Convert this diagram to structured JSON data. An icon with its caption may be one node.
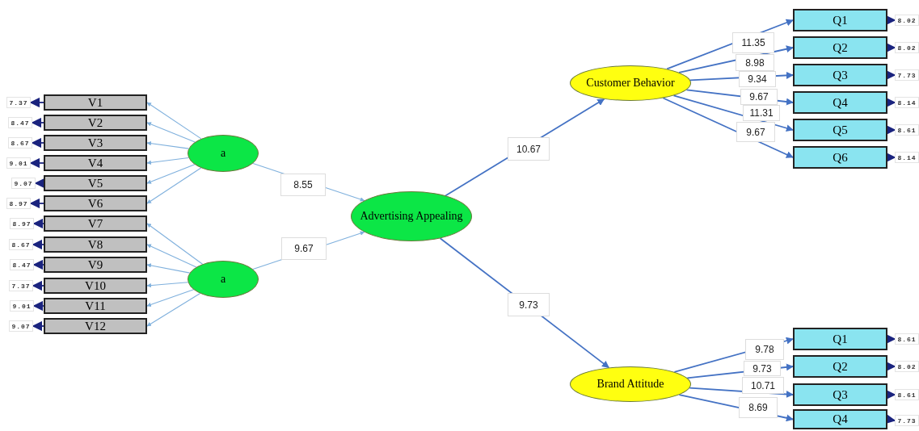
{
  "diagram": {
    "nodes": [
      {
        "text": [
          "a"
        ]
      },
      {
        "text": [
          "a"
        ]
      },
      {
        "text": [
          "Advertising Appealing"
        ]
      },
      {
        "text": [
          "Customer Behavior"
        ]
      },
      {
        "text": [
          "Brand Attitude"
        ]
      },
      {
        "text": [
          "V1"
        ]
      },
      {
        "text": [
          "V2"
        ]
      },
      {
        "text": [
          "V3"
        ]
      },
      {
        "text": [
          "V4"
        ]
      },
      {
        "text": [
          "V5"
        ]
      },
      {
        "text": [
          "V6"
        ]
      },
      {
        "text": [
          "V7"
        ]
      },
      {
        "text": [
          "V8"
        ]
      },
      {
        "text": [
          "V9"
        ]
      },
      {
        "text": [
          "V10"
        ]
      },
      {
        "text": [
          "V11"
        ]
      },
      {
        "text": [
          "V12"
        ]
      },
      {
        "text": [
          "Q1"
        ]
      },
      {
        "text": [
          "Q2"
        ]
      },
      {
        "text": [
          "Q3"
        ]
      },
      {
        "text": [
          "Q4"
        ]
      },
      {
        "text": [
          "Q5"
        ]
      },
      {
        "text": [
          "Q6"
        ]
      },
      {
        "text": [
          "Q1"
        ]
      },
      {
        "text": [
          "Q2"
        ]
      },
      {
        "text": [
          "Q3"
        ]
      },
      {
        "text": [
          "Q4"
        ]
      },
      {
        "text": [
          "7.37"
        ]
      },
      {
        "text": [
          "8.47"
        ]
      },
      {
        "text": [
          "8.67"
        ]
      },
      {
        "text": [
          "9.01"
        ]
      },
      {
        "text": [
          "9.07"
        ]
      },
      {
        "text": [
          "8.97"
        ]
      },
      {
        "text": [
          "8.97"
        ]
      },
      {
        "text": [
          "8.67"
        ]
      },
      {
        "text": [
          "8.47"
        ]
      },
      {
        "text": [
          "7.37"
        ]
      },
      {
        "text": [
          "9.01"
        ]
      },
      {
        "text": [
          "9.07"
        ]
      },
      {
        "text": [
          "8.02"
        ]
      },
      {
        "text": [
          "8.02"
        ]
      },
      {
        "text": [
          "7.73"
        ]
      },
      {
        "text": [
          "8.14"
        ]
      },
      {
        "text": [
          "8.61"
        ]
      },
      {
        "text": [
          "8.14"
        ]
      },
      {
        "text": [
          "8.61"
        ]
      },
      {
        "text": [
          "8.02"
        ]
      },
      {
        "text": [
          "8.61"
        ]
      },
      {
        "text": [
          "7.73"
        ]
      }
    ],
    "edges": [
      {
        "from": 0,
        "to": 5,
        "arrow": "to",
        "color": "#7fb0dd"
      },
      {
        "from": 0,
        "to": 6,
        "arrow": "to",
        "color": "#7fb0dd"
      },
      {
        "from": 0,
        "to": 7,
        "arrow": "to",
        "color": "#7fb0dd"
      },
      {
        "from": 0,
        "to": 8,
        "arrow": "to",
        "color": "#7fb0dd"
      },
      {
        "from": 0,
        "to": 9,
        "arrow": "to",
        "color": "#7fb0dd"
      },
      {
        "from": 0,
        "to": 10,
        "arrow": "to",
        "color": "#7fb0dd"
      },
      {
        "from": 1,
        "to": 11,
        "arrow": "to",
        "color": "#7fb0dd"
      },
      {
        "from": 1,
        "to": 12,
        "arrow": "to",
        "color": "#7fb0dd"
      },
      {
        "from": 1,
        "to": 13,
        "arrow": "to",
        "color": "#7fb0dd"
      },
      {
        "from": 1,
        "to": 14,
        "arrow": "to",
        "color": "#7fb0dd"
      },
      {
        "from": 1,
        "to": 15,
        "arrow": "to",
        "color": "#7fb0dd"
      },
      {
        "from": 1,
        "to": 16,
        "arrow": "to",
        "color": "#7fb0dd"
      },
      {
        "from": 0,
        "to": 2,
        "arrow": "to",
        "label": "8.55",
        "color": "#7fb0dd"
      },
      {
        "from": 1,
        "to": 2,
        "arrow": "to",
        "label": "9.67",
        "color": "#7fb0dd"
      },
      {
        "from": 2,
        "to": 3,
        "arrow": "to",
        "label": "10.67",
        "color": "#4472c4"
      },
      {
        "from": 2,
        "to": 4,
        "arrow": "to",
        "label": "9.73",
        "color": "#4472c4"
      },
      {
        "from": 3,
        "to": 17,
        "arrow": "to",
        "label": "11.35",
        "color": "#4472c4"
      },
      {
        "from": 3,
        "to": 18,
        "arrow": "to",
        "label": "8.98",
        "color": "#4472c4"
      },
      {
        "from": 3,
        "to": 19,
        "arrow": "to",
        "label": "9.34",
        "color": "#4472c4"
      },
      {
        "from": 3,
        "to": 20,
        "arrow": "to",
        "label": "9.67",
        "color": "#4472c4"
      },
      {
        "from": 3,
        "to": 21,
        "arrow": "to",
        "label": "11.31",
        "color": "#4472c4"
      },
      {
        "from": 3,
        "to": 22,
        "arrow": "to",
        "label": "9.67",
        "color": "#4472c4"
      },
      {
        "from": 4,
        "to": 23,
        "arrow": "to",
        "label": "9.78",
        "color": "#4472c4"
      },
      {
        "from": 4,
        "to": 24,
        "arrow": "to",
        "label": "9.73",
        "color": "#4472c4"
      },
      {
        "from": 4,
        "to": 25,
        "arrow": "to",
        "label": "10.71",
        "color": "#4472c4"
      },
      {
        "from": 4,
        "to": 26,
        "arrow": "to",
        "label": "8.69",
        "color": "#4472c4"
      },
      {
        "from": 5,
        "to": 27,
        "arrow": "to"
      },
      {
        "from": 6,
        "to": 28,
        "arrow": "to"
      },
      {
        "from": 7,
        "to": 29,
        "arrow": "to"
      },
      {
        "from": 8,
        "to": 30,
        "arrow": "to"
      },
      {
        "from": 9,
        "to": 31,
        "arrow": "to"
      },
      {
        "from": 10,
        "to": 32,
        "arrow": "to"
      },
      {
        "from": 11,
        "to": 33,
        "arrow": "to"
      },
      {
        "from": 12,
        "to": 34,
        "arrow": "to"
      },
      {
        "from": 13,
        "to": 35,
        "arrow": "to"
      },
      {
        "from": 14,
        "to": 36,
        "arrow": "to"
      },
      {
        "from": 15,
        "to": 37,
        "arrow": "to"
      },
      {
        "from": 16,
        "to": 38,
        "arrow": "to"
      },
      {
        "from": 17,
        "to": 39,
        "arrow": "to"
      },
      {
        "from": 18,
        "to": 40,
        "arrow": "to"
      },
      {
        "from": 19,
        "to": 41,
        "arrow": "to"
      },
      {
        "from": 20,
        "to": 42,
        "arrow": "to"
      },
      {
        "from": 21,
        "to": 43,
        "arrow": "to"
      },
      {
        "from": 22,
        "to": 44,
        "arrow": "to"
      },
      {
        "from": 23,
        "to": 45,
        "arrow": "to"
      },
      {
        "from": 24,
        "to": 46,
        "arrow": "to"
      },
      {
        "from": 25,
        "to": 47,
        "arrow": "to"
      },
      {
        "from": 26,
        "to": 48,
        "arrow": "to"
      }
    ]
  }
}
